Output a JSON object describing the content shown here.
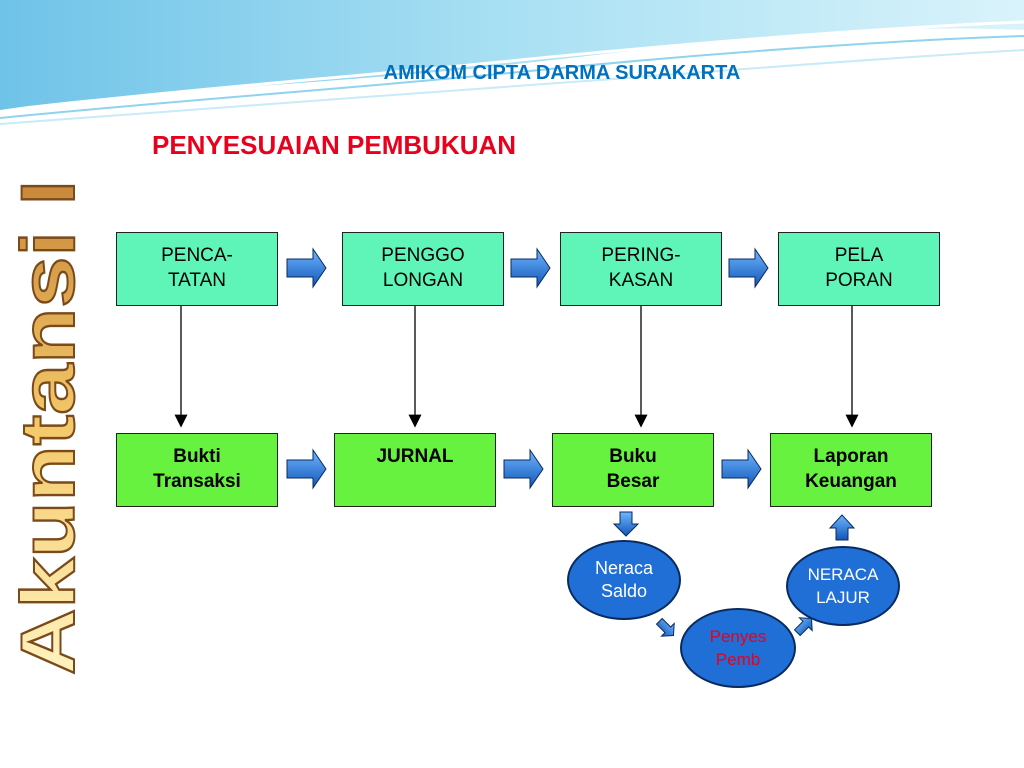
{
  "header": {
    "institution": "AMIKOM CIPTA DARMA SURAKARTA"
  },
  "title": "PENYESUAIAN PEMBUKUAN",
  "side_label": "Akuntansi I",
  "process_steps": [
    {
      "label": "PENCA-\nTATAN"
    },
    {
      "label": "PENGGO\nLONGAN"
    },
    {
      "label": "PERING-\nKASAN"
    },
    {
      "label": "PELA\nPORAN"
    }
  ],
  "documents": [
    {
      "label": "Bukti\nTransaksi"
    },
    {
      "label": "JURNAL"
    },
    {
      "label": "Buku\nBesar"
    },
    {
      "label": "Laporan\nKeuangan"
    }
  ],
  "adjustment_cycle": [
    {
      "label": "Neraca\nSaldo"
    },
    {
      "label": "Penyes\nPemb"
    },
    {
      "label": "NERACA\nLAJUR"
    }
  ],
  "colors": {
    "header": "#0070c0",
    "title": "#e8001c",
    "process_box": "#5ff5b9",
    "document_box": "#66f23e",
    "ellipse": "#1f6fd6",
    "arrow": "#1f6fd6",
    "penyes_text": "#e8001c"
  }
}
